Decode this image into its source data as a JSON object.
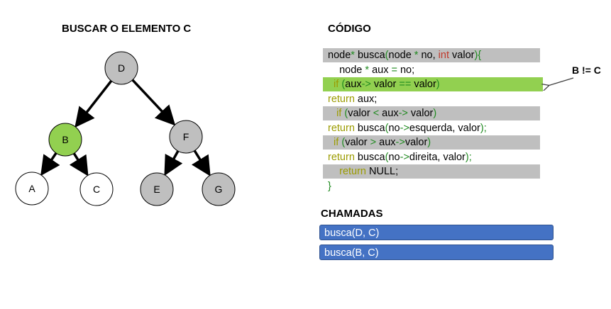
{
  "tree_section": {
    "title": "BUSCAR O ELEMENTO C",
    "nodes": [
      {
        "id": "D",
        "label": "D",
        "fill": "#bfbfbf"
      },
      {
        "id": "B",
        "label": "B",
        "fill": "#92d050"
      },
      {
        "id": "F",
        "label": "F",
        "fill": "#bfbfbf"
      },
      {
        "id": "A",
        "label": "A",
        "fill": "#ffffff"
      },
      {
        "id": "C",
        "label": "C",
        "fill": "#ffffff"
      },
      {
        "id": "E",
        "label": "E",
        "fill": "#bfbfbf"
      },
      {
        "id": "G",
        "label": "G",
        "fill": "#bfbfbf"
      }
    ],
    "edges": [
      {
        "from": "D",
        "to": "B"
      },
      {
        "from": "D",
        "to": "F"
      },
      {
        "from": "B",
        "to": "A"
      },
      {
        "from": "B",
        "to": "C"
      },
      {
        "from": "F",
        "to": "E"
      },
      {
        "from": "F",
        "to": "G"
      }
    ]
  },
  "code_section": {
    "title": "CÓDIGO",
    "lines": [
      {
        "highlight": "gray",
        "tokens": [
          {
            "t": "node",
            "c": "plain"
          },
          {
            "t": "*",
            "c": "punct"
          },
          {
            "t": " busca",
            "c": "plain"
          },
          {
            "t": "(",
            "c": "punct"
          },
          {
            "t": "node ",
            "c": "plain"
          },
          {
            "t": "*",
            "c": "punct"
          },
          {
            "t": " no, ",
            "c": "plain"
          },
          {
            "t": "int",
            "c": "type"
          },
          {
            "t": " valor",
            "c": "plain"
          },
          {
            "t": "){",
            "c": "punct"
          }
        ]
      },
      {
        "highlight": "none",
        "tokens": [
          {
            "t": "    node ",
            "c": "plain"
          },
          {
            "t": "*",
            "c": "punct"
          },
          {
            "t": " aux ",
            "c": "plain"
          },
          {
            "t": "=",
            "c": "punct"
          },
          {
            "t": " no;",
            "c": "plain"
          }
        ]
      },
      {
        "highlight": "green",
        "tokens": [
          {
            "t": "  if ",
            "c": "keyword"
          },
          {
            "t": "(",
            "c": "punct"
          },
          {
            "t": "aux",
            "c": "plain"
          },
          {
            "t": "->",
            "c": "punct"
          },
          {
            "t": " valor ",
            "c": "plain"
          },
          {
            "t": "==",
            "c": "punct"
          },
          {
            "t": " valor",
            "c": "plain"
          },
          {
            "t": ")",
            "c": "punct"
          }
        ]
      },
      {
        "highlight": "none",
        "tokens": [
          {
            "t": "return",
            "c": "keyword"
          },
          {
            "t": " aux;",
            "c": "plain"
          }
        ]
      },
      {
        "highlight": "gray",
        "tokens": [
          {
            "t": "   if ",
            "c": "keyword"
          },
          {
            "t": "(",
            "c": "punct"
          },
          {
            "t": "valor ",
            "c": "plain"
          },
          {
            "t": "<",
            "c": "punct"
          },
          {
            "t": " aux",
            "c": "plain"
          },
          {
            "t": "->",
            "c": "punct"
          },
          {
            "t": " valor",
            "c": "plain"
          },
          {
            "t": ")",
            "c": "punct"
          }
        ]
      },
      {
        "highlight": "none",
        "tokens": [
          {
            "t": "return",
            "c": "keyword"
          },
          {
            "t": " busca",
            "c": "plain"
          },
          {
            "t": "(",
            "c": "punct"
          },
          {
            "t": "no",
            "c": "plain"
          },
          {
            "t": "->",
            "c": "punct"
          },
          {
            "t": "esquerda, valor",
            "c": "plain"
          },
          {
            "t": ");",
            "c": "punct"
          }
        ]
      },
      {
        "highlight": "gray",
        "tokens": [
          {
            "t": "  if ",
            "c": "keyword"
          },
          {
            "t": "(",
            "c": "punct"
          },
          {
            "t": "valor ",
            "c": "plain"
          },
          {
            "t": ">",
            "c": "punct"
          },
          {
            "t": " aux",
            "c": "plain"
          },
          {
            "t": "->",
            "c": "punct"
          },
          {
            "t": "valor",
            "c": "plain"
          },
          {
            "t": ")",
            "c": "punct"
          }
        ]
      },
      {
        "highlight": "none",
        "tokens": [
          {
            "t": "return",
            "c": "keyword"
          },
          {
            "t": " busca",
            "c": "plain"
          },
          {
            "t": "(",
            "c": "punct"
          },
          {
            "t": "no",
            "c": "plain"
          },
          {
            "t": "->",
            "c": "punct"
          },
          {
            "t": "direita, valor",
            "c": "plain"
          },
          {
            "t": ");",
            "c": "punct"
          }
        ]
      },
      {
        "highlight": "gray",
        "tokens": [
          {
            "t": "    return",
            "c": "keyword"
          },
          {
            "t": " NULL;",
            "c": "plain"
          }
        ]
      },
      {
        "highlight": "none",
        "tokens": [
          {
            "t": "}",
            "c": "punct"
          }
        ]
      }
    ]
  },
  "annotation": {
    "label": "B != C",
    "target_line": 2
  },
  "calls_section": {
    "title": "CHAMADAS",
    "items": [
      {
        "label": "busca(D, C)"
      },
      {
        "label": "busca(B, C)"
      }
    ]
  },
  "colors": {
    "gray_highlight": "#bfbfbf",
    "green_highlight": "#92d050",
    "call_blue": "#4472c4"
  }
}
